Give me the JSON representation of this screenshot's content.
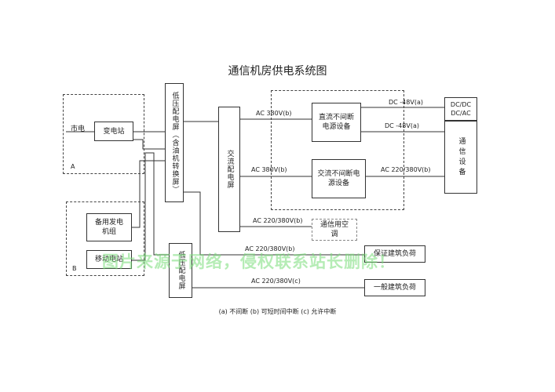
{
  "title": "通信机房供电系统图",
  "boxes": {
    "substation": "变电站",
    "generator": "备用发电机组",
    "mobile_station": "移动电站",
    "lv_panel_1": "低压配电屏（含油机转换屏）",
    "lv_panel_2": "低压配电屏",
    "ac_panel": "交流配电屏",
    "dc_ups": "直流不间断电源设备",
    "ac_ups": "交流不间断电源设备",
    "converter_line1": "DC/DC",
    "converter_line2": "DC/AC",
    "comm_equipment": "通信设备",
    "comm_ac": "通信用空调",
    "guaranteed_load": "保证建筑负荷",
    "general_load": "一般建筑负荷"
  },
  "labels": {
    "city_power": "市电",
    "zone_a": "A",
    "zone_b": "B",
    "ac_380_b_top": "AC 380V(b)",
    "ac_380_b_mid": "AC 380V(b)",
    "dc_48_a_1": "DC -48V(a)",
    "dc_48_a_2": "DC -48V(a)",
    "ac_220_380_b_ups": "AC 220/380V(b)",
    "ac_220_380_b_aircon": "AC 220/380V(b)",
    "ac_220_380_b_load": "AC 220/380V(b)",
    "ac_220_380_c": "AC 220/380V(c)"
  },
  "legend": "(a)  不间断    (b) 可短时间中断    (c) 允许中断",
  "watermark": "图片来源于网络，侵权联系站长删除！",
  "colors": {
    "line": "#333333",
    "watermark": "#78dc78"
  }
}
